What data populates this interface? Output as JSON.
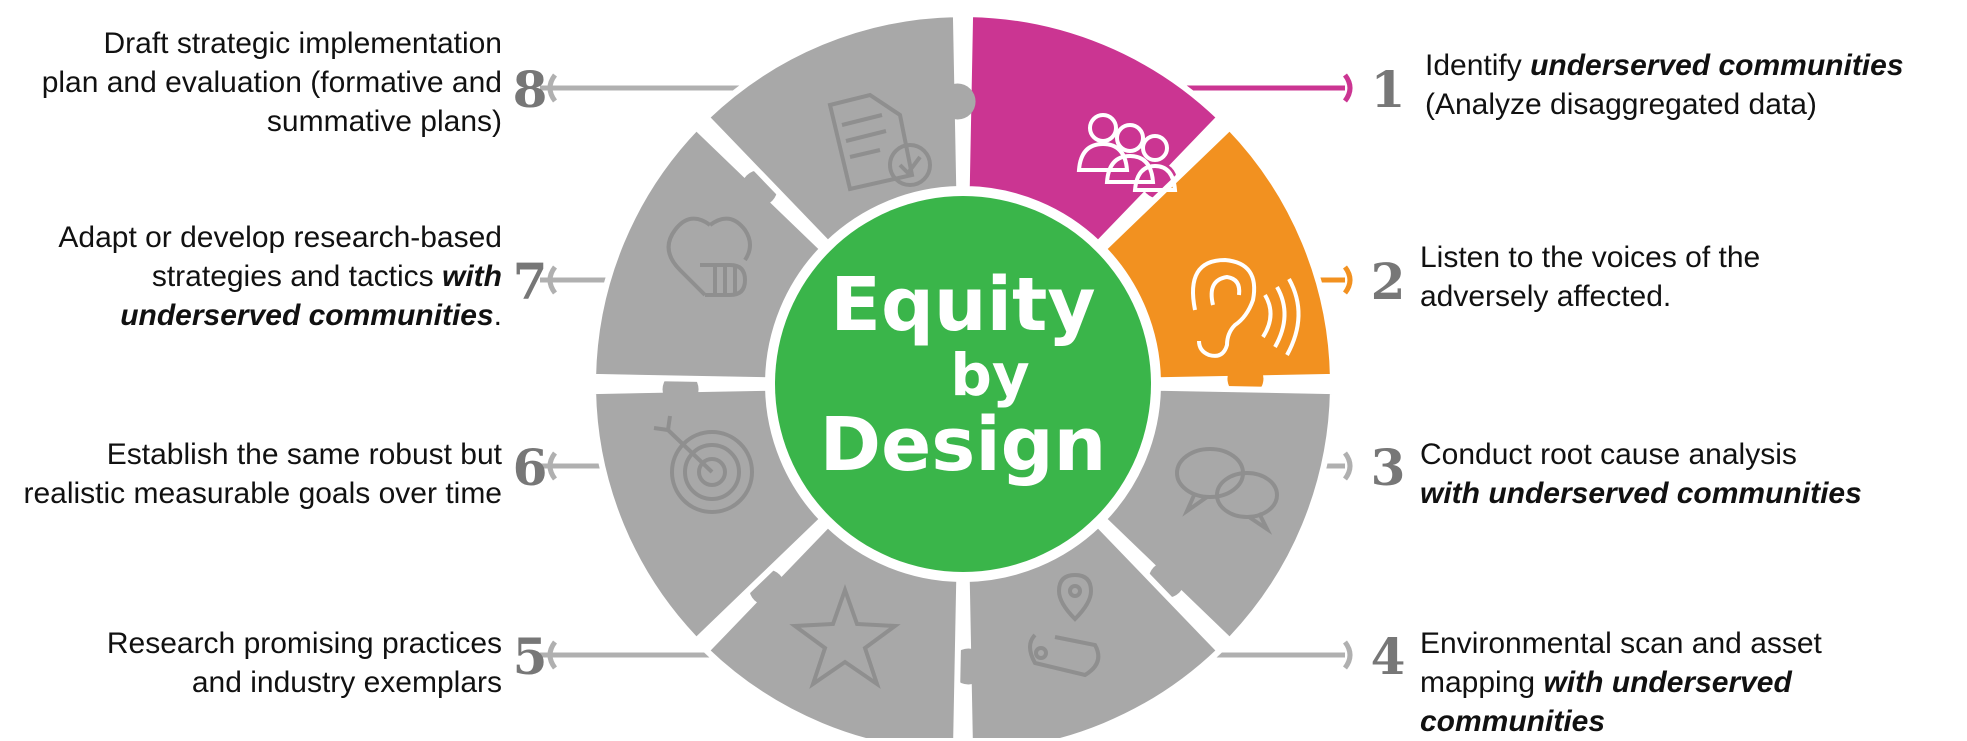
{
  "center": {
    "line1": "Equity",
    "line2": "by",
    "line3": "Design"
  },
  "steps": [
    {
      "number": "1",
      "text": [
        "Identify ",
        "underserved communities"
      ],
      "line2": "(Analyze disaggregated data)",
      "color": "#cb3592",
      "icon": "people-icon"
    },
    {
      "number": "2",
      "line1": "Listen to the voices of the",
      "line2": "adversely affected.",
      "color": "#f29120",
      "icon": "ear-icon"
    },
    {
      "number": "3",
      "line1": "Conduct root cause analysis",
      "line2": "with underserved communities",
      "color": "#a8a8a8",
      "icon": "speech-bubbles-icon"
    },
    {
      "number": "4",
      "line1": "Environmental scan and asset",
      "line2a": "mapping ",
      "line2b": "with underserved communities",
      "color": "#a8a8a8",
      "icon": "map-pin-icon"
    },
    {
      "number": "5",
      "line1": "Research promising practices",
      "line2": "and industry exemplars",
      "color": "#a8a8a8",
      "icon": "star-icon"
    },
    {
      "number": "6",
      "line1": "Establish the same robust but",
      "line2": "realistic measurable goals over time",
      "color": "#a8a8a8",
      "icon": "target-icon"
    },
    {
      "number": "7",
      "line1": "Adapt or develop research-based",
      "line2a": "strategies and tactics ",
      "line2b": "with",
      "line3a": "underserved communities",
      "line3b": ".",
      "color": "#a8a8a8",
      "icon": "handshake-icon"
    },
    {
      "number": "8",
      "line1": "Draft strategic implementation",
      "line2": "plan and evaluation (formative and",
      "line3": "summative plans)",
      "color": "#a8a8a8",
      "icon": "document-check-icon"
    }
  ],
  "colors": {
    "center": "#3ab54a",
    "active1": "#cb3592",
    "active2": "#f29120",
    "inactive": "#a8a8a8",
    "icon_inactive": "#8f8f8f",
    "connector": "#b0b0b0"
  }
}
